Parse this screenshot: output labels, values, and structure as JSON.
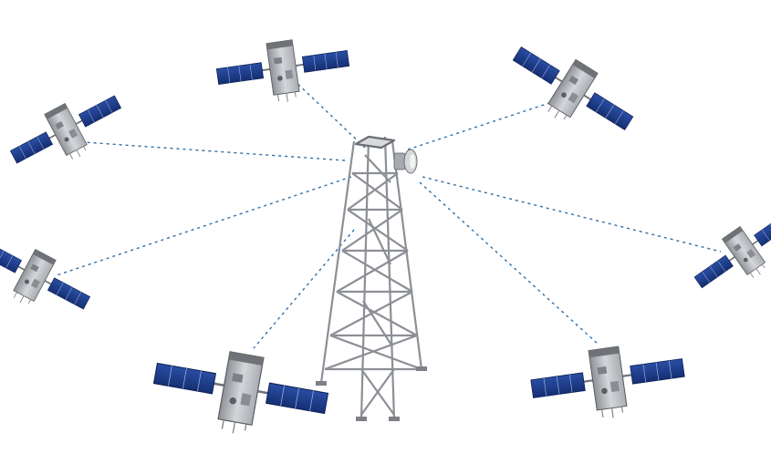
{
  "scene": {
    "background": "#ffffff",
    "colors": {
      "link_line": "#2f6fa8",
      "laser_beam": "#2ecc40",
      "solar_panel": "#1f3f8f",
      "satellite_body": "#c9cbcf",
      "tower_steel": "#8c8f95"
    },
    "satellites": [
      {
        "id": "sat-top-center",
        "kind": "satellite-icon"
      },
      {
        "id": "sat-top-right",
        "kind": "satellite-icon"
      },
      {
        "id": "sat-upper-left",
        "kind": "satellite-icon"
      },
      {
        "id": "sat-mid-left",
        "kind": "satellite-icon"
      },
      {
        "id": "sat-right",
        "kind": "satellite-icon"
      },
      {
        "id": "sat-bottom-left",
        "kind": "satellite-icon"
      },
      {
        "id": "sat-bottom-right",
        "kind": "satellite-icon"
      }
    ],
    "tower": {
      "kind": "lattice-tower-icon"
    },
    "transmitter": {
      "kind": "laser-emitter-icon"
    }
  }
}
